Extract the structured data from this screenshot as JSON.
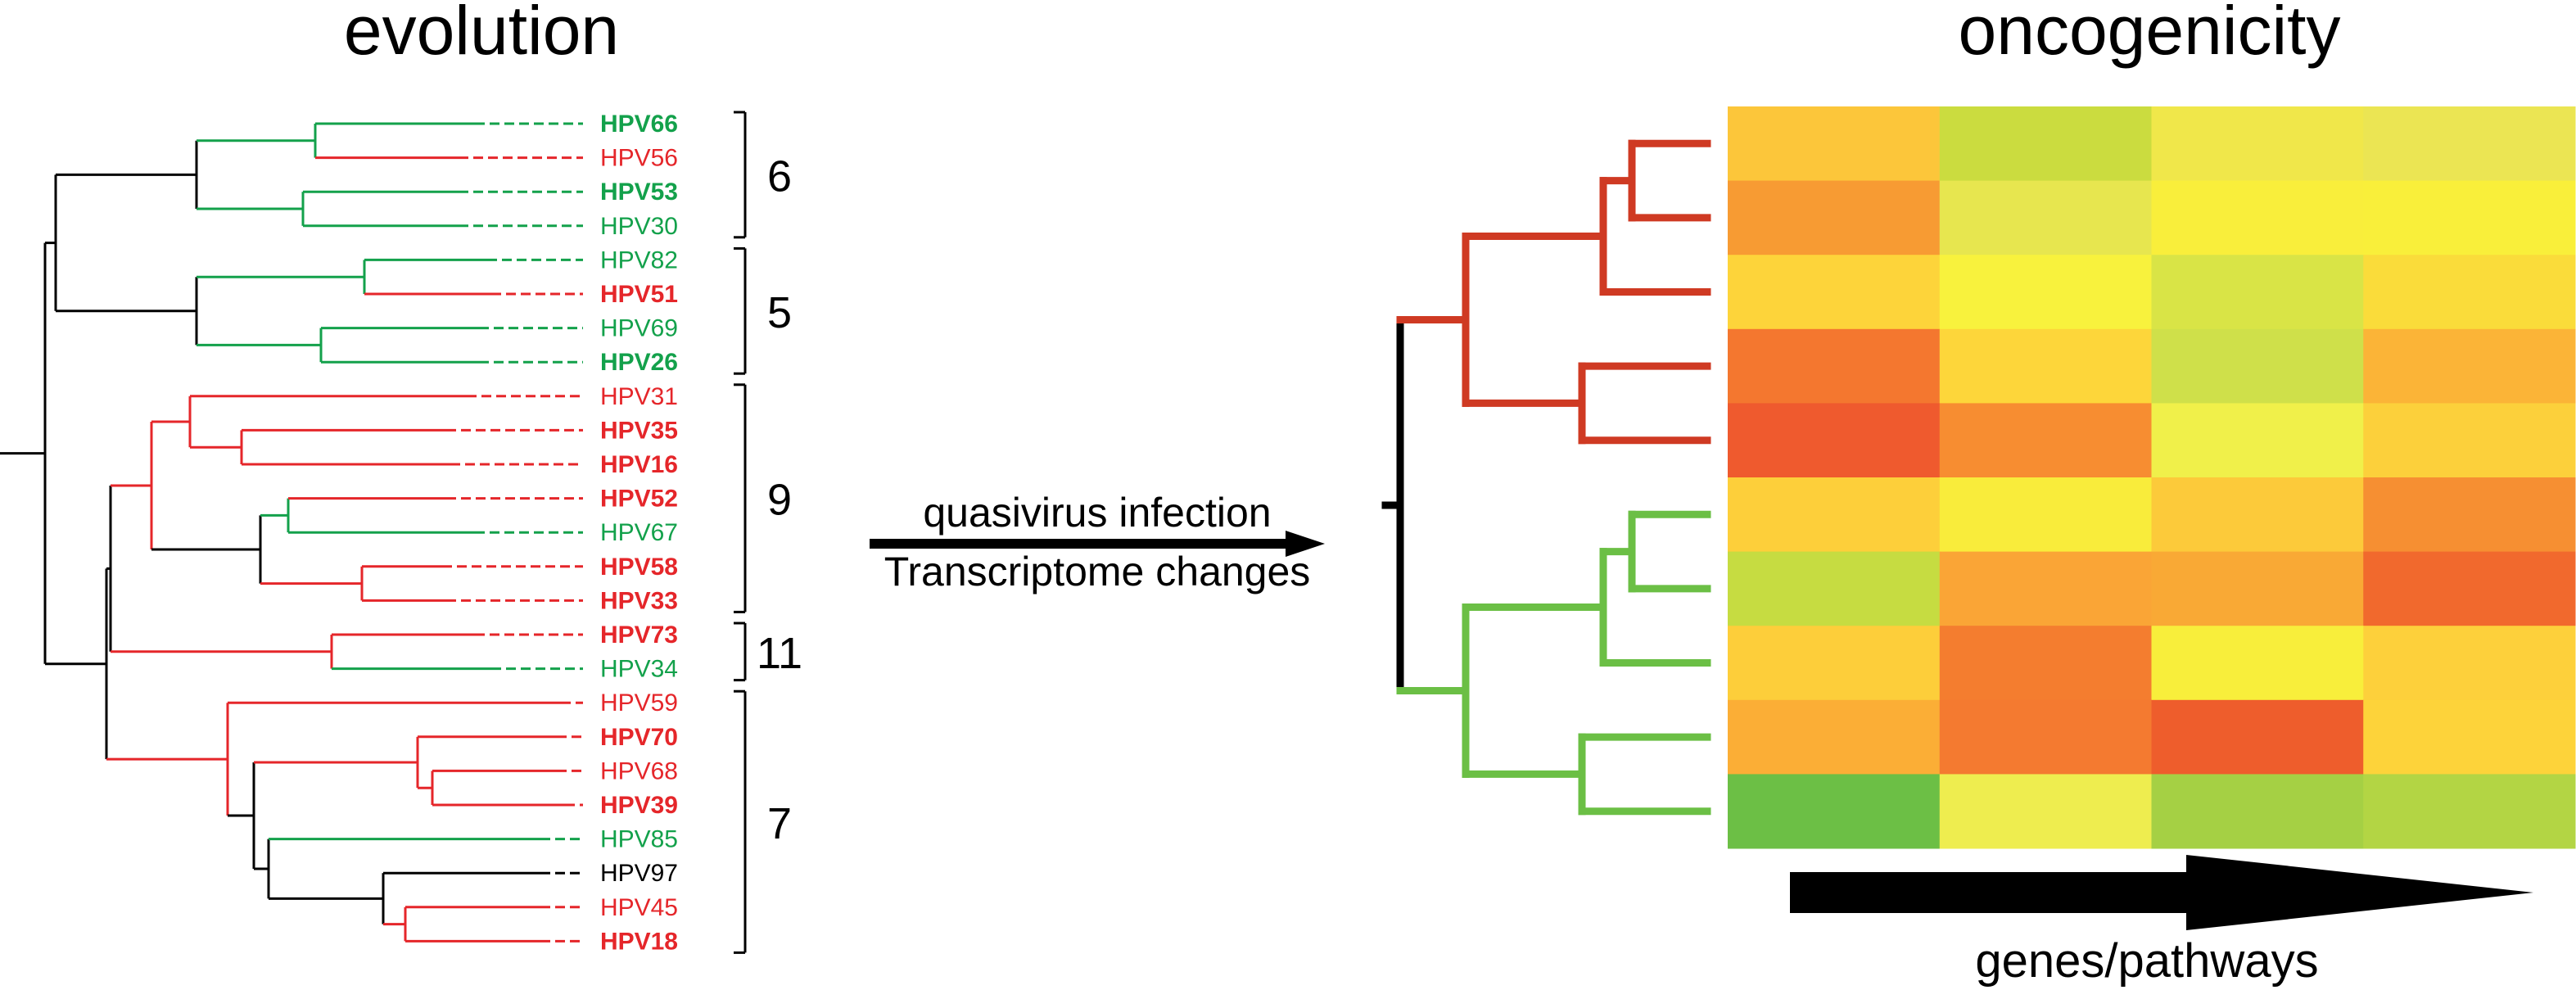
{
  "titles": {
    "left": "evolution",
    "right": "oncogenicity"
  },
  "colors": {
    "red": "#e5262a",
    "green": "#13a14b",
    "black": "#000000",
    "hm_red": "#cf3a23",
    "hm_green": "#6bbf45"
  },
  "phylo": {
    "leaves": [
      {
        "label": "HPV66",
        "color": "green",
        "bold": true
      },
      {
        "label": "HPV56",
        "color": "red",
        "bold": false
      },
      {
        "label": "HPV53",
        "color": "green",
        "bold": true
      },
      {
        "label": "HPV30",
        "color": "green",
        "bold": false
      },
      {
        "label": "HPV82",
        "color": "green",
        "bold": false
      },
      {
        "label": "HPV51",
        "color": "red",
        "bold": true
      },
      {
        "label": "HPV69",
        "color": "green",
        "bold": false
      },
      {
        "label": "HPV26",
        "color": "green",
        "bold": true
      },
      {
        "label": "HPV31",
        "color": "red",
        "bold": false
      },
      {
        "label": "HPV35",
        "color": "red",
        "bold": true
      },
      {
        "label": "HPV16",
        "color": "red",
        "bold": true
      },
      {
        "label": "HPV52",
        "color": "red",
        "bold": true
      },
      {
        "label": "HPV67",
        "color": "green",
        "bold": false
      },
      {
        "label": "HPV58",
        "color": "red",
        "bold": true
      },
      {
        "label": "HPV33",
        "color": "red",
        "bold": true
      },
      {
        "label": "HPV73",
        "color": "red",
        "bold": true
      },
      {
        "label": "HPV34",
        "color": "green",
        "bold": false
      },
      {
        "label": "HPV59",
        "color": "red",
        "bold": false
      },
      {
        "label": "HPV70",
        "color": "red",
        "bold": true
      },
      {
        "label": "HPV68",
        "color": "red",
        "bold": false
      },
      {
        "label": "HPV39",
        "color": "red",
        "bold": true
      },
      {
        "label": "HPV85",
        "color": "green",
        "bold": false
      },
      {
        "label": "HPV97",
        "color": "black",
        "bold": false
      },
      {
        "label": "HPV45",
        "color": "red",
        "bold": false
      },
      {
        "label": "HPV18",
        "color": "red",
        "bold": true
      }
    ],
    "groups": [
      {
        "label": "6",
        "from": 0,
        "to": 3
      },
      {
        "label": "5",
        "from": 4,
        "to": 7
      },
      {
        "label": "9",
        "from": 8,
        "to": 14
      },
      {
        "label": "11",
        "from": 15,
        "to": 16
      },
      {
        "label": "7",
        "from": 17,
        "to": 24
      }
    ]
  },
  "arrow_text": {
    "line1": "quasivirus infection",
    "line2": "Transcriptome changes"
  },
  "heatmap": {
    "cells": [
      [
        "#fcc63a",
        "#cbdc3f",
        "#f0e74a",
        "#ebe553"
      ],
      [
        "#f79b33",
        "#e7e64f",
        "#f9ee3b",
        "#f9ef3a"
      ],
      [
        "#fdd43a",
        "#f8f23d",
        "#d9e446",
        "#fadc3a"
      ],
      [
        "#f4772f",
        "#fdd63a",
        "#cfe04a",
        "#fbb437"
      ],
      [
        "#ef5a2e",
        "#f78d31",
        "#f0f04a",
        "#fcd03b"
      ],
      [
        "#fdcf3a",
        "#f9ec3b",
        "#fcca3a",
        "#f68f32"
      ],
      [
        "#c6dc41",
        "#faa536",
        "#f9a935",
        "#f1692d"
      ],
      [
        "#fdce3a",
        "#f47d2f",
        "#f8ee3b",
        "#fdd03b"
      ],
      [
        "#fbae36",
        "#f47a30",
        "#ee5d2c",
        "#fdd33a"
      ],
      [
        "#6cbf45",
        "#eeed4f",
        "#a5d044",
        "#b3d544"
      ]
    ],
    "xlabel": "genes/pathways"
  }
}
